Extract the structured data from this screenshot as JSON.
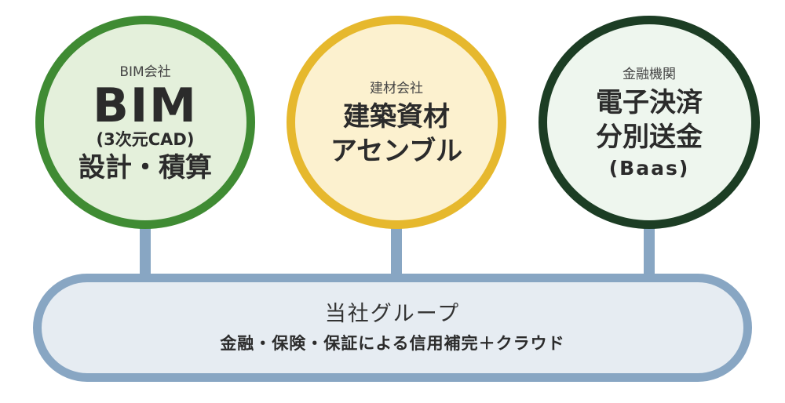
{
  "nodes": [
    {
      "label": "BIM会社",
      "title": "BIM",
      "subtitle": "(3次元CAD)",
      "line2": "設計・積算",
      "border_color": "#3f8b33",
      "fill_color": "#e4f0db"
    },
    {
      "label": "建材会社",
      "line1": "建築資材",
      "line2": "アセンブル",
      "border_color": "#e6b82d",
      "fill_color": "#fcf1cf"
    },
    {
      "label": "金融機関",
      "line1": "電子決済",
      "line2": "分別送金",
      "line3": "(Baas)",
      "border_color": "#1c3d24",
      "fill_color": "#eef6ee"
    }
  ],
  "base": {
    "title": "当社グループ",
    "subtitle": "金融・保険・保証による信用補完＋クラウド",
    "border_color": "#88a6c3",
    "fill_color": "#e6ecf2"
  }
}
